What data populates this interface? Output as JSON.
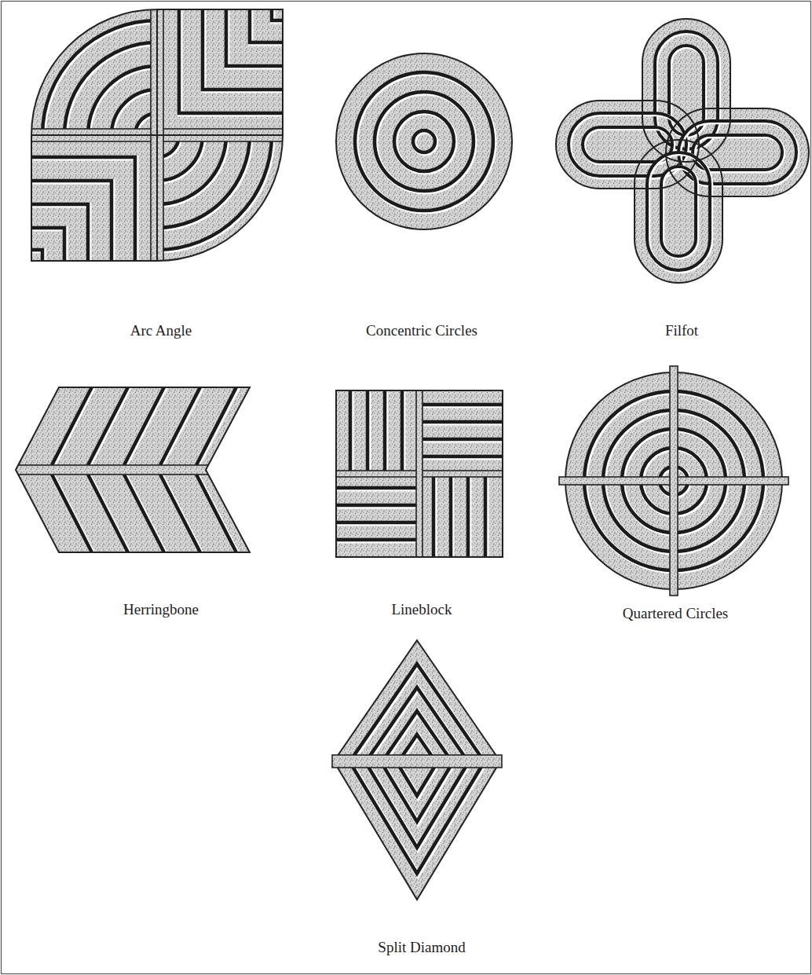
{
  "diagram": {
    "labels": [
      "Arc Angle",
      "Concentric Circles",
      "Filfot",
      "Herringbone",
      "Lineblock",
      "Quartered Circles",
      "Split Diamond"
    ]
  }
}
